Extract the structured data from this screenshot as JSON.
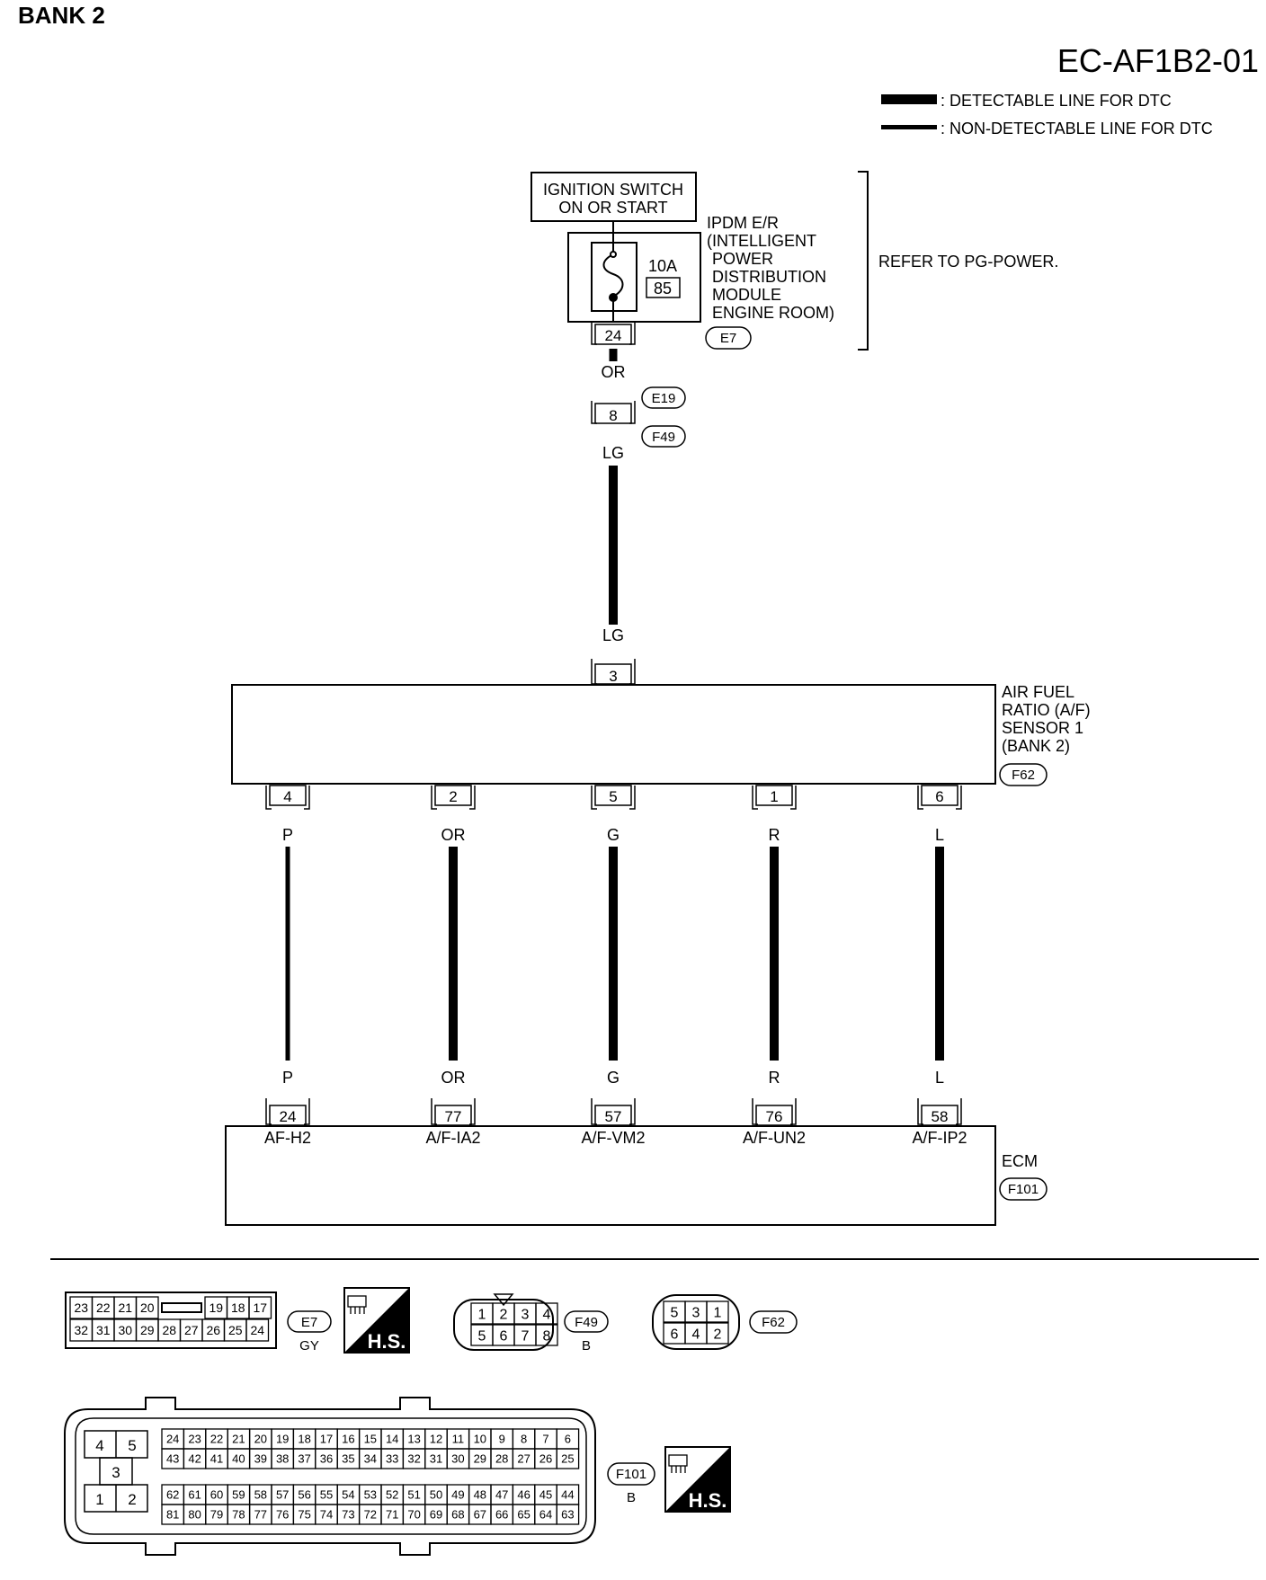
{
  "header": {
    "bank": "BANK 2",
    "diagram_code": "EC-AF1B2-01"
  },
  "legend": {
    "detectable": ": DETECTABLE LINE FOR DTC",
    "non_detectable": ": NON-DETECTABLE LINE FOR DTC"
  },
  "ignition": {
    "line1": "IGNITION SWITCH",
    "line2": "ON OR START"
  },
  "ipdm": {
    "lines": [
      "IPDM E/R",
      "(INTELLIGENT",
      "POWER",
      "DISTRIBUTION",
      "MODULE",
      "ENGINE ROOM)"
    ],
    "fuse_rating": "10A",
    "fuse_number": "85",
    "pin": "24",
    "connector": "E7",
    "reference": "REFER TO PG-POWER."
  },
  "joint": {
    "wire_top": "OR",
    "pin": "8",
    "connector_top": "E19",
    "connector_bottom": "F49",
    "wire_bottom": "LG"
  },
  "sensor": {
    "supply_wire": "LG",
    "supply_pin": "3",
    "lines": [
      "AIR FUEL",
      "RATIO (A/F)",
      "SENSOR 1",
      "(BANK 2)"
    ],
    "connector": "F62"
  },
  "wires": [
    {
      "sensor_pin": "4",
      "color": "P",
      "ecm_pin": "24",
      "signal": "AF-H2"
    },
    {
      "sensor_pin": "2",
      "color": "OR",
      "ecm_pin": "77",
      "signal": "A/F-IA2"
    },
    {
      "sensor_pin": "5",
      "color": "G",
      "ecm_pin": "57",
      "signal": "A/F-VM2"
    },
    {
      "sensor_pin": "1",
      "color": "R",
      "ecm_pin": "76",
      "signal": "A/F-UN2"
    },
    {
      "sensor_pin": "6",
      "color": "L",
      "ecm_pin": "58",
      "signal": "A/F-IP2"
    }
  ],
  "ecm": {
    "label": "ECM",
    "connector": "F101"
  },
  "connectors": {
    "e7": {
      "name": "E7",
      "color": "GY",
      "row1": [
        "23",
        "22",
        "21",
        "20",
        "",
        "19",
        "18",
        "17"
      ],
      "row2": [
        "32",
        "31",
        "30",
        "29",
        "28",
        "27",
        "26",
        "25",
        "24"
      ]
    },
    "f49": {
      "name": "F49",
      "color": "B",
      "row1": [
        "1",
        "2",
        "3",
        "4"
      ],
      "row2": [
        "5",
        "6",
        "7",
        "8"
      ]
    },
    "f62": {
      "name": "F62",
      "row1": [
        "5",
        "3",
        "1"
      ],
      "row2": [
        "6",
        "4",
        "2"
      ]
    },
    "f101": {
      "name": "F101",
      "color": "B",
      "left_top": [
        "4",
        "5"
      ],
      "left_mid": "3",
      "left_bottom": [
        "1",
        "2"
      ],
      "row1": [
        "24",
        "23",
        "22",
        "21",
        "20",
        "19",
        "18",
        "17",
        "16",
        "15",
        "14",
        "13",
        "12",
        "11",
        "10",
        "9",
        "8",
        "7",
        "6"
      ],
      "row2": [
        "43",
        "42",
        "41",
        "40",
        "39",
        "38",
        "37",
        "36",
        "35",
        "34",
        "33",
        "32",
        "31",
        "30",
        "29",
        "28",
        "27",
        "26",
        "25"
      ],
      "row3": [
        "62",
        "61",
        "60",
        "59",
        "58",
        "57",
        "56",
        "55",
        "54",
        "53",
        "52",
        "51",
        "50",
        "49",
        "48",
        "47",
        "46",
        "45",
        "44"
      ],
      "row4": [
        "81",
        "80",
        "79",
        "78",
        "77",
        "76",
        "75",
        "74",
        "73",
        "72",
        "71",
        "70",
        "69",
        "68",
        "67",
        "66",
        "65",
        "64",
        "63"
      ]
    },
    "hs_badge": "H.S."
  }
}
